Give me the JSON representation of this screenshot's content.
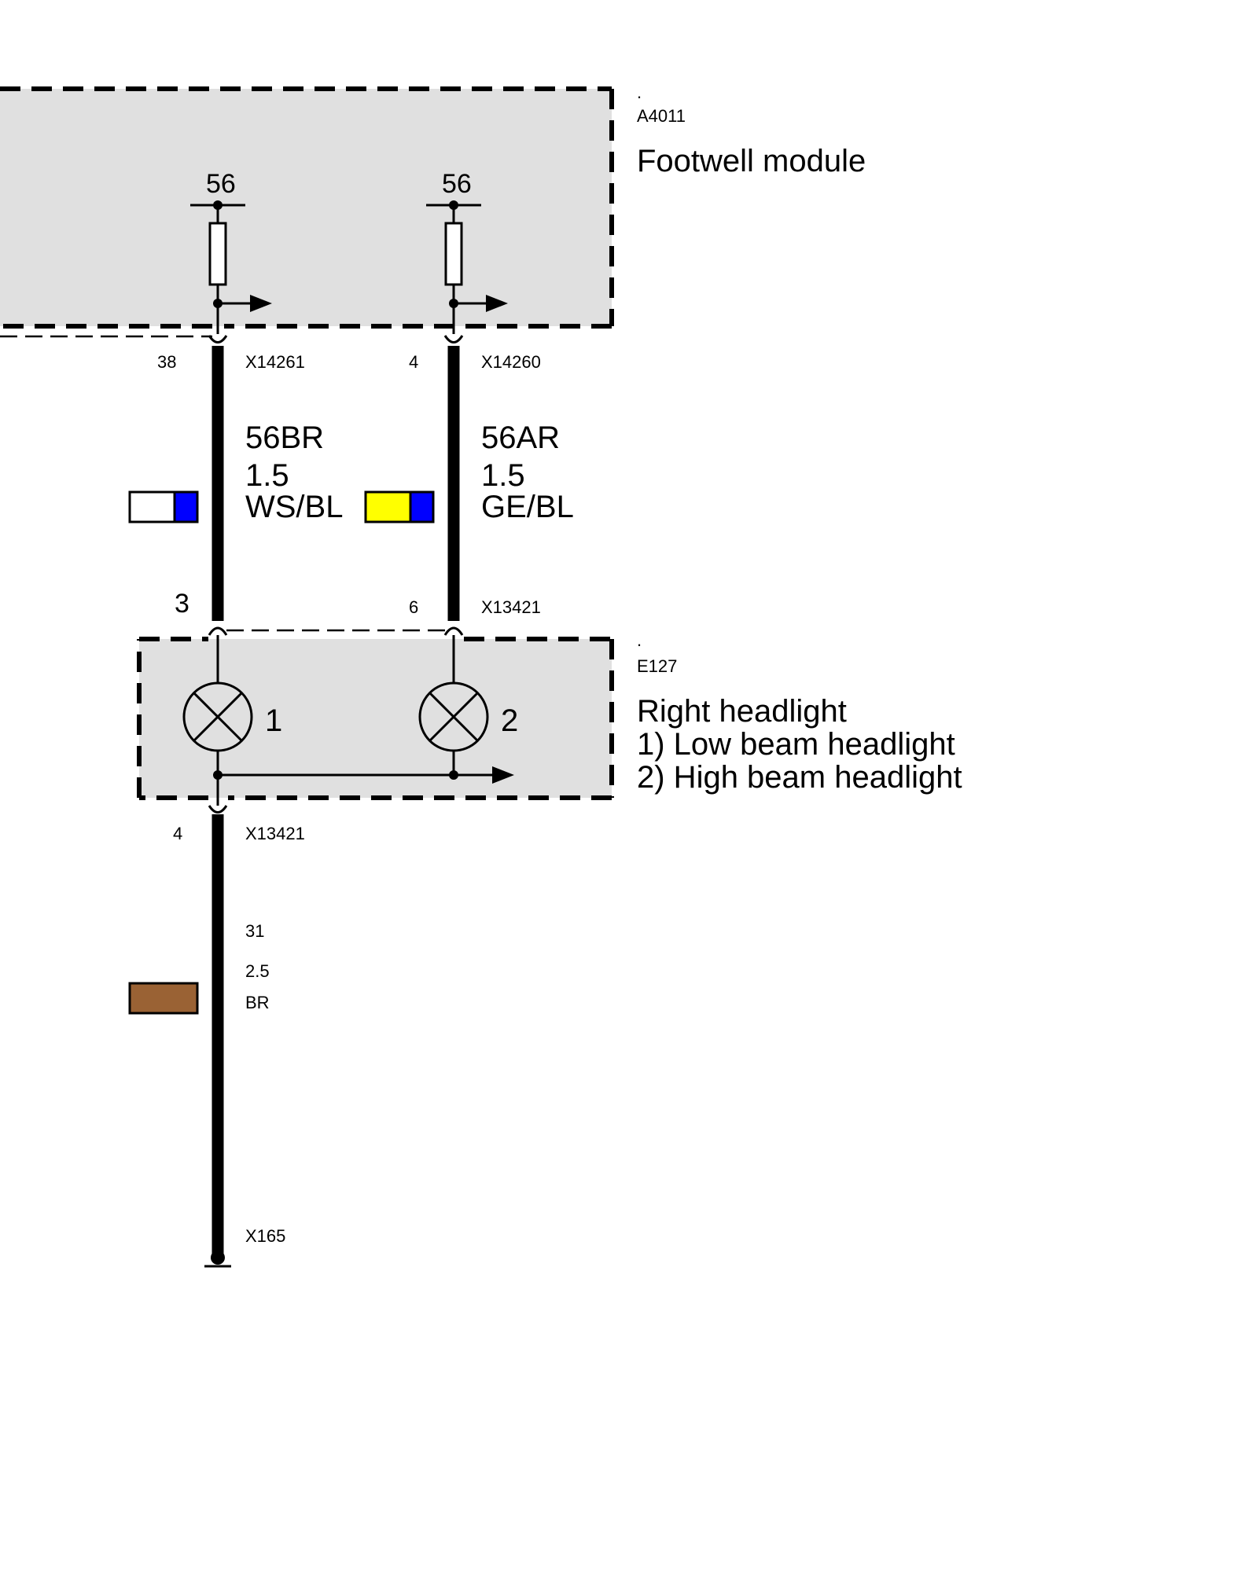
{
  "footwell_module": {
    "dot": ".",
    "code": "A4011",
    "title": "Footwell module",
    "pin_left": "56",
    "pin_right": "56"
  },
  "wire_left": {
    "pin_top": "38",
    "connector_top": "X14261",
    "circuit": "56BR",
    "gauge": "1.5",
    "color_code": "WS/BL",
    "color_primary": "#ffffff",
    "color_stripe": "#0000ff",
    "pin_bottom": "3"
  },
  "wire_right": {
    "pin_top": "4",
    "connector_top": "X14260",
    "circuit": "56AR",
    "gauge": "1.5",
    "color_code": "GE/BL",
    "color_primary": "#ffff00",
    "color_stripe": "#0000ff",
    "pin_bottom": "6",
    "connector_bottom": "X13421"
  },
  "headlight": {
    "dot": ".",
    "code": "E127",
    "title": "Right headlight",
    "line1": "1) Low beam headlight",
    "line2": "2) High beam headlight",
    "lamp1": "1",
    "lamp2": "2"
  },
  "ground_wire": {
    "pin": "4",
    "connector": "X13421",
    "circuit": "31",
    "gauge": "2.5",
    "color_code": "BR",
    "color_primary": "#9a6234",
    "ground_point": "X165"
  },
  "colors": {
    "module_fill": "#e0e0e0",
    "line": "#000000"
  }
}
